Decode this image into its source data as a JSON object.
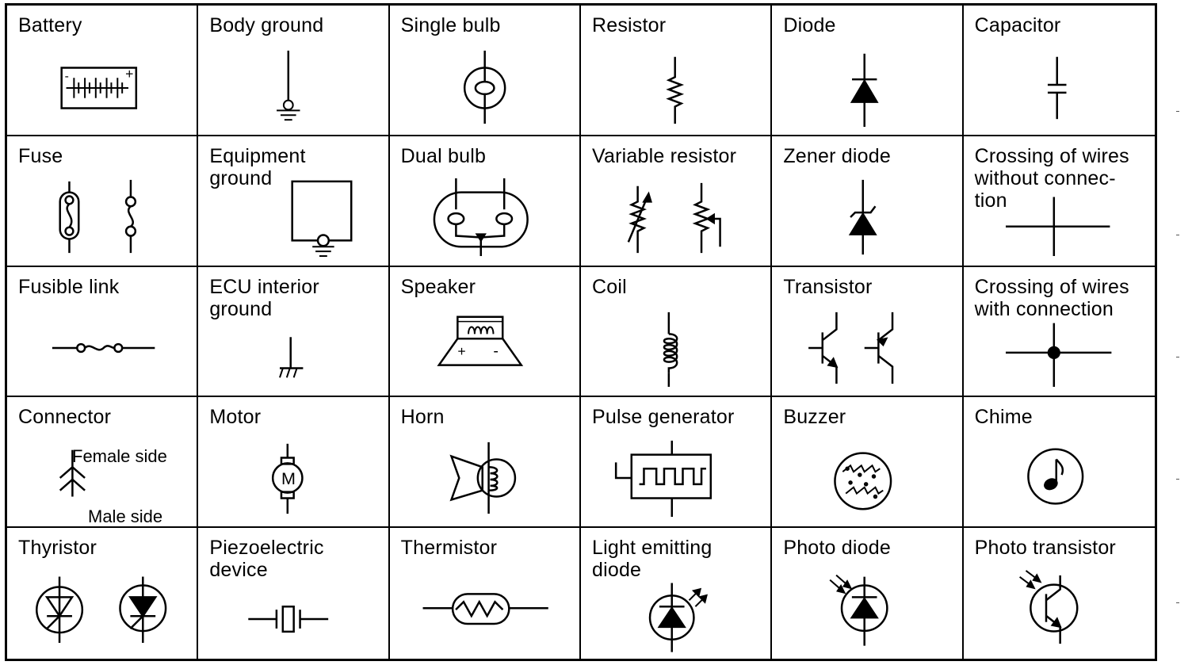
{
  "cells": [
    {
      "id": "battery",
      "label": "Battery"
    },
    {
      "id": "body-ground",
      "label": "Body ground"
    },
    {
      "id": "single-bulb",
      "label": "Single bulb"
    },
    {
      "id": "resistor",
      "label": "Resistor"
    },
    {
      "id": "diode",
      "label": "Diode"
    },
    {
      "id": "capacitor",
      "label": "Capacitor"
    },
    {
      "id": "fuse",
      "label": "Fuse"
    },
    {
      "id": "equipment-ground",
      "label": "Equipment\nground"
    },
    {
      "id": "dual-bulb",
      "label": "Dual bulb"
    },
    {
      "id": "variable-resistor",
      "label": "Variable resistor"
    },
    {
      "id": "zener-diode",
      "label": "Zener diode"
    },
    {
      "id": "crossing-without-connection",
      "label": "Crossing of wires\nwithout connec-\ntion"
    },
    {
      "id": "fusible-link",
      "label": "Fusible link"
    },
    {
      "id": "ecu-interior-ground",
      "label": "ECU interior\nground"
    },
    {
      "id": "speaker",
      "label": "Speaker"
    },
    {
      "id": "coil",
      "label": "Coil"
    },
    {
      "id": "transistor",
      "label": "Transistor"
    },
    {
      "id": "crossing-with-connection",
      "label": "Crossing of wires\nwith connection"
    },
    {
      "id": "connector",
      "label": "Connector"
    },
    {
      "id": "motor",
      "label": "Motor"
    },
    {
      "id": "horn",
      "label": "Horn"
    },
    {
      "id": "pulse-generator",
      "label": "Pulse generator"
    },
    {
      "id": "buzzer",
      "label": "Buzzer"
    },
    {
      "id": "chime",
      "label": "Chime"
    },
    {
      "id": "thyristor",
      "label": "Thyristor"
    },
    {
      "id": "piezoelectric-device",
      "label": "Piezoelectric\ndevice"
    },
    {
      "id": "thermistor",
      "label": "Thermistor"
    },
    {
      "id": "light-emitting-diode",
      "label": "Light emitting\ndiode"
    },
    {
      "id": "photo-diode",
      "label": "Photo diode"
    },
    {
      "id": "photo-transistor",
      "label": "Photo transistor"
    }
  ],
  "connector": {
    "female_side": "Female  side",
    "male_side": "Male  side"
  },
  "speaker": {
    "plus": "+",
    "minus": "-"
  },
  "motor": {
    "letter": "M"
  },
  "battery": {
    "plus": "+",
    "minus": "-"
  }
}
